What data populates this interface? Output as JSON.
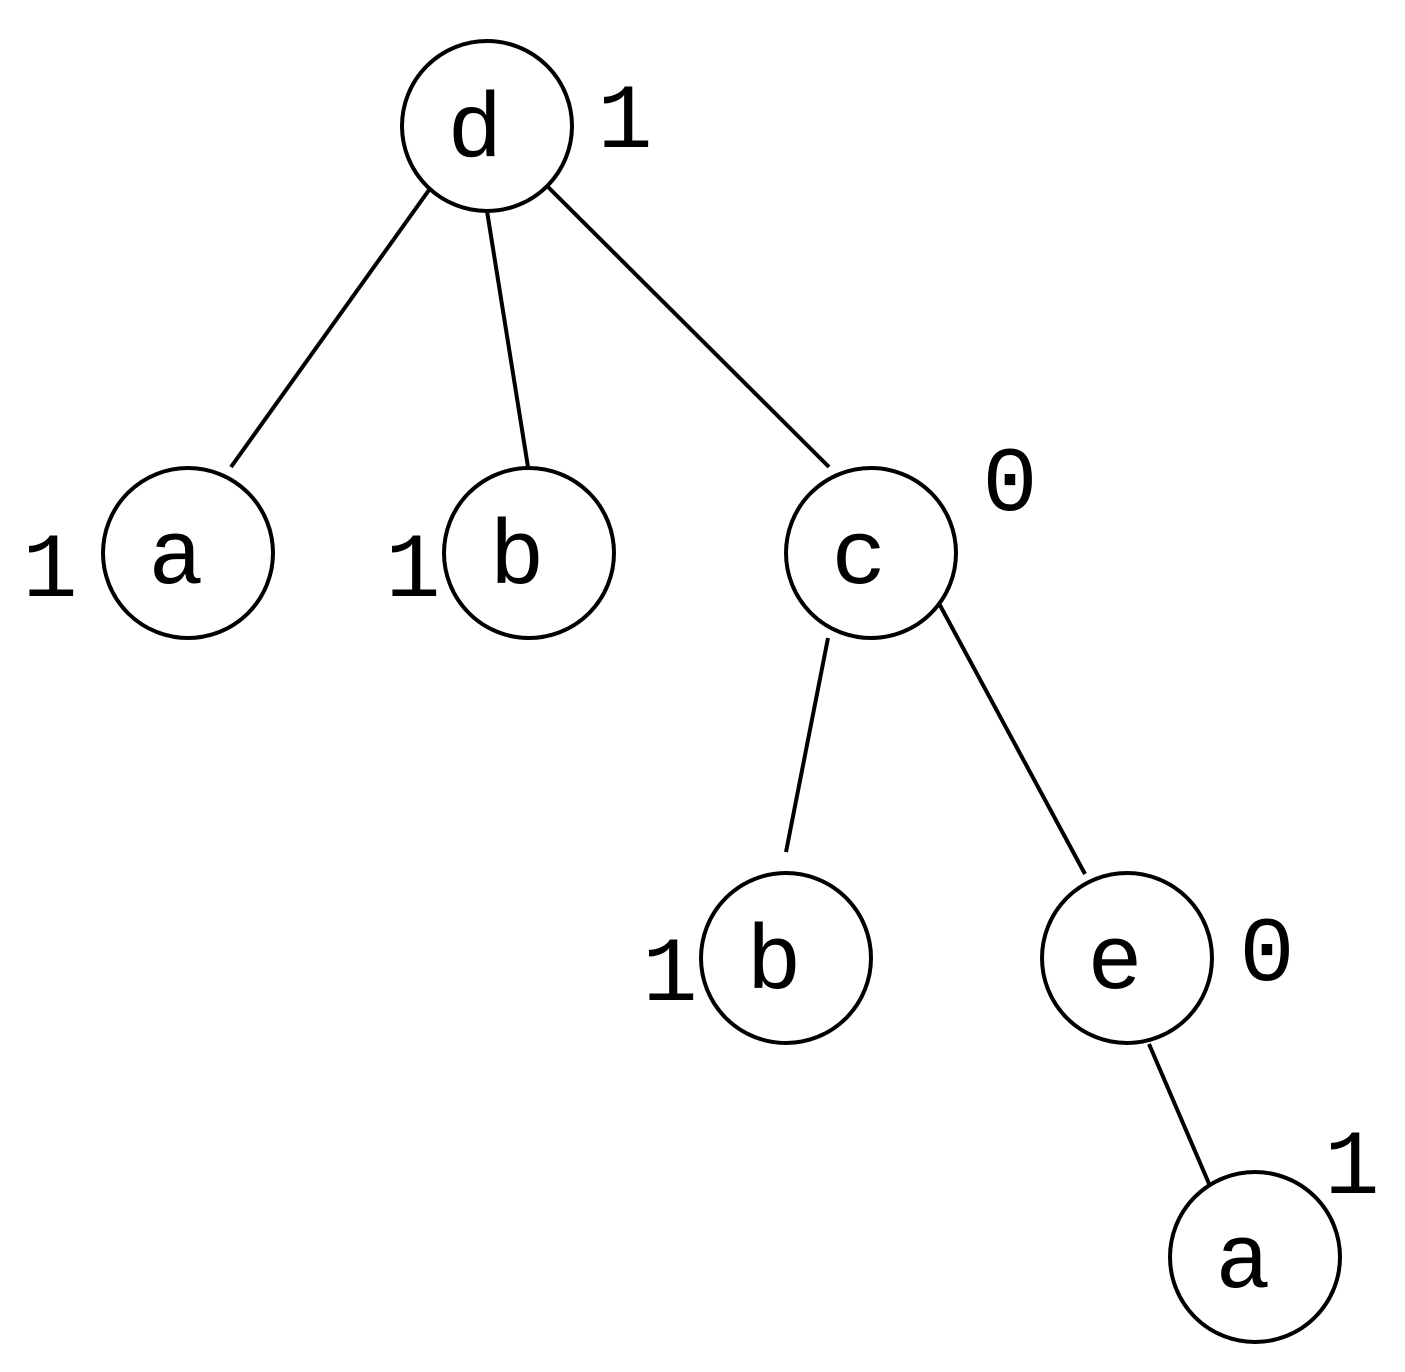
{
  "diagram": {
    "nodes": [
      {
        "id": "n1",
        "label": "d",
        "weight": "1"
      },
      {
        "id": "n2",
        "label": "a",
        "weight": "1"
      },
      {
        "id": "n3",
        "label": "b",
        "weight": "1"
      },
      {
        "id": "n4",
        "label": "c",
        "weight": "0"
      },
      {
        "id": "n5",
        "label": "b",
        "weight": "1"
      },
      {
        "id": "n6",
        "label": "e",
        "weight": "0"
      },
      {
        "id": "n7",
        "label": "a",
        "weight": "1"
      }
    ],
    "edges": [
      {
        "from": "n1",
        "to": "n2"
      },
      {
        "from": "n1",
        "to": "n3"
      },
      {
        "from": "n1",
        "to": "n4"
      },
      {
        "from": "n4",
        "to": "n5"
      },
      {
        "from": "n4",
        "to": "n6"
      },
      {
        "from": "n6",
        "to": "n7"
      }
    ]
  }
}
